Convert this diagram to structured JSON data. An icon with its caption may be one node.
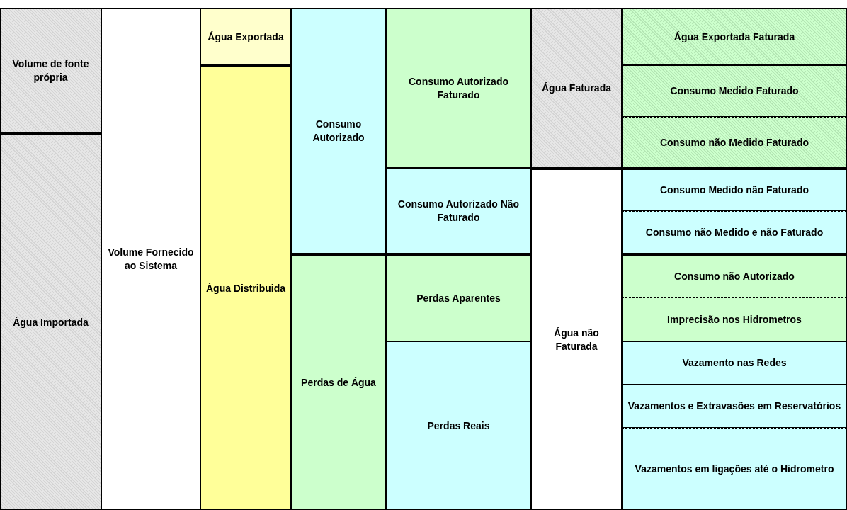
{
  "diagram": {
    "nodes": [
      {
        "text": [
          "Volume de fonte própria"
        ]
      },
      {
        "text": [
          "Água Importada"
        ]
      },
      {
        "text": [
          "Volume Fornecido ao Sistema"
        ]
      },
      {
        "text": [
          "Água Exportada"
        ]
      },
      {
        "text": [
          "Água Distribuida"
        ]
      },
      {
        "text": [
          "Consumo Autorizado"
        ]
      },
      {
        "text": [
          "Perdas de Água"
        ]
      },
      {
        "text": [
          "Consumo Autorizado Faturado"
        ]
      },
      {
        "text": [
          "Consumo Autorizado Não Faturado"
        ]
      },
      {
        "text": [
          "Perdas Aparentes"
        ]
      },
      {
        "text": [
          "Perdas Reais"
        ]
      },
      {
        "text": [
          "Água Faturada"
        ]
      },
      {
        "text": [
          "Água não Faturada"
        ]
      },
      {
        "text": [
          "Água Exportada Faturada"
        ]
      },
      {
        "text": [
          "Consumo Medido Faturado"
        ]
      },
      {
        "text": [
          "Consumo não Medido Faturado"
        ]
      },
      {
        "text": [
          "Consumo Medido não Faturado"
        ]
      },
      {
        "text": [
          "Consumo não Medido e não Faturado"
        ]
      },
      {
        "text": [
          "Consumo não Autorizado"
        ]
      },
      {
        "text": [
          "Imprecisão nos Hidrometros"
        ]
      },
      {
        "text": [
          "Vazamento nas Redes"
        ]
      },
      {
        "text": [
          "Vazamentos e Extravasões em Reservatórios"
        ]
      },
      {
        "text": [
          "Vazamentos em ligações até o Hidrometro"
        ]
      }
    ]
  }
}
